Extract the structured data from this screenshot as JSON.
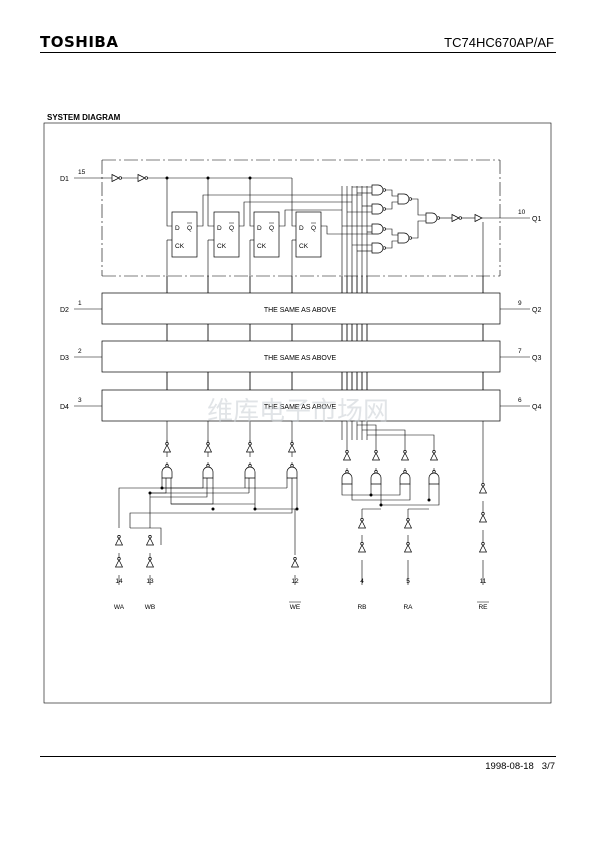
{
  "header": {
    "logo": "TOSHIBA",
    "part_number": "TC74HC670AP/AF"
  },
  "section_title": "SYSTEM DIAGRAM",
  "diagram": {
    "inputs": [
      {
        "label": "D1",
        "pin": "15"
      },
      {
        "label": "D2",
        "pin": "1"
      },
      {
        "label": "D3",
        "pin": "2"
      },
      {
        "label": "D4",
        "pin": "3"
      }
    ],
    "outputs": [
      {
        "label": "Q1",
        "pin": "10"
      },
      {
        "label": "Q2",
        "pin": "9"
      },
      {
        "label": "Q3",
        "pin": "7"
      },
      {
        "label": "Q4",
        "pin": "6"
      }
    ],
    "same_as_above": "THE SAME AS ABOVE",
    "flipflop": {
      "d": "D",
      "q": "Q",
      "ck": "CK"
    },
    "controls": [
      {
        "label": "WA",
        "pin": "14"
      },
      {
        "label": "WB",
        "pin": "13"
      },
      {
        "label": "WE",
        "pin": "12"
      },
      {
        "label": "RB",
        "pin": "4"
      },
      {
        "label": "RA",
        "pin": "5"
      },
      {
        "label": "RE",
        "pin": "11"
      }
    ],
    "watermark": "维库电子市场网"
  },
  "footer": {
    "date": "1998-08-18",
    "page": "3/7"
  }
}
